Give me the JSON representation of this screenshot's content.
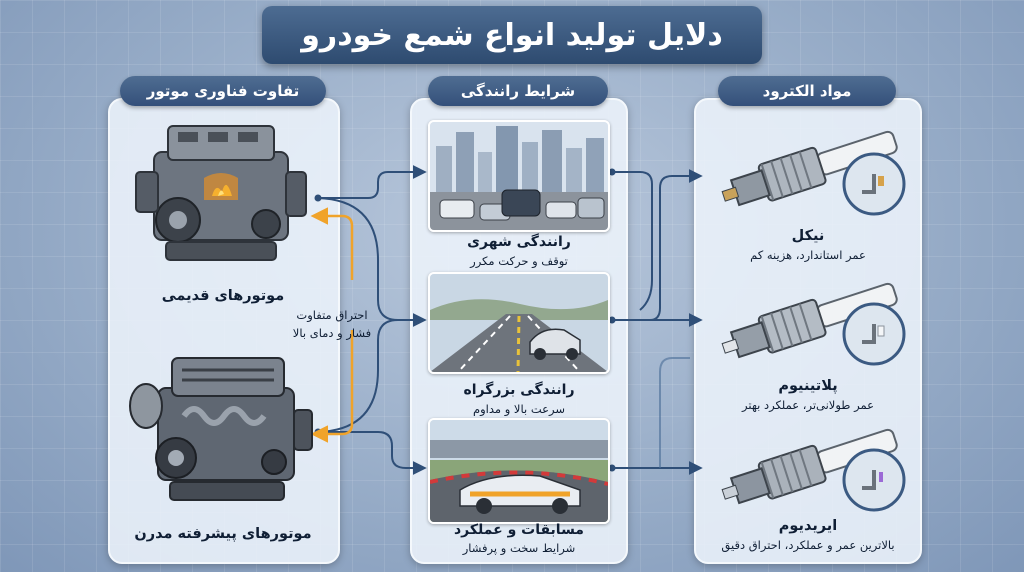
{
  "title": "دلایل تولید انواع شمع خودرو",
  "panels": {
    "engine": {
      "header": "تفاوت فناوری موتور",
      "old": {
        "label": "موتورهای قدیمی",
        "desc_line1": "احتراق متفاوت",
        "desc_line2": "فشار و دمای بالا"
      },
      "modern": {
        "label": "موتورهای پیشرفته مدرن"
      }
    },
    "driving": {
      "header": "شرایط رانندگی",
      "city": {
        "label": "رانندگی شهری",
        "desc": "توقف و حرکت مکرر"
      },
      "highway": {
        "label": "رانندگی بزرگراه",
        "desc": "سرعت بالا و مداوم"
      },
      "race": {
        "label": "مسابقات و عملکرد",
        "desc": "شرایط سخت و پرفشار"
      }
    },
    "electrode": {
      "header": "مواد الکترود",
      "nickel": {
        "label": "نیکل",
        "desc": "عمر استاندارد، هزینه کم"
      },
      "platinum": {
        "label": "پلاتینیوم",
        "desc": "عمر طولانی‌تر، عملکرد بهتر"
      },
      "iridium": {
        "label": "ایریدیوم",
        "desc": "بالاترین عمر و عملکرد، احتراق دقیق"
      }
    }
  },
  "colors": {
    "connector": "#2f4f78",
    "arrow_orange": "#f0a32a",
    "header_bg": "#3f5f88"
  }
}
